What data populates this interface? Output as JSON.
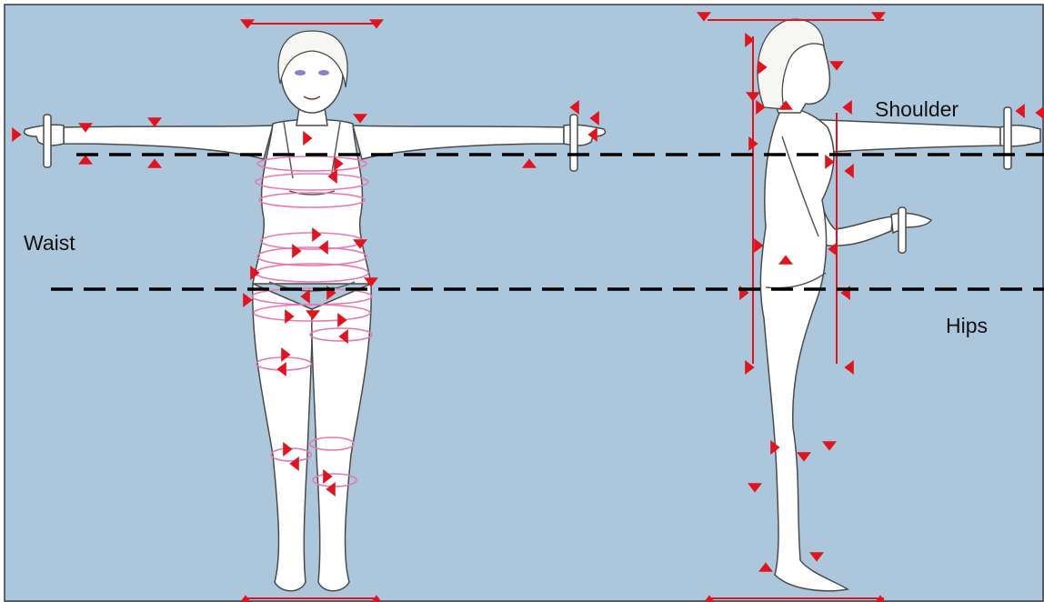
{
  "labels": {
    "shoulder": "Shoulder",
    "waist": "Waist",
    "hips": "Hips"
  },
  "colors": {
    "background": "#acc6dc",
    "frame": "#3a3a3a",
    "body_fill": "#ffffff",
    "body_stroke": "#4a4a4a",
    "marker": "#e0141e",
    "ring": "#e879b3",
    "guide_line": "#000000"
  },
  "figures": {
    "front": "front-view",
    "side": "side-view"
  }
}
